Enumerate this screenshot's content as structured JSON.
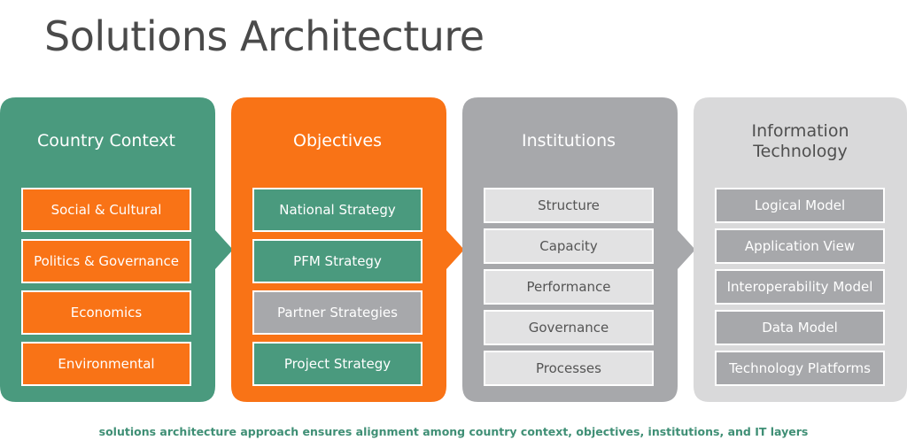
{
  "title": "Solutions Architecture",
  "caption": "solutions architecture approach ensures alignment among country context, objectives, institutions, and IT layers",
  "colors": {
    "green": "#4a9a7e",
    "orange": "#f97316",
    "gray": "#a7a8ab",
    "light_gray": "#d9d9da",
    "box_light": "#e2e2e3"
  },
  "columns": [
    {
      "header": "Country Context",
      "items": [
        "Social & Cultural",
        "Politics & Governance",
        "Economics",
        "Environmental"
      ]
    },
    {
      "header": "Objectives",
      "items": [
        "National Strategy",
        "PFM Strategy",
        "Partner Strategies",
        "Project Strategy"
      ]
    },
    {
      "header": "Institutions",
      "items": [
        "Structure",
        "Capacity",
        "Performance",
        "Governance",
        "Processes"
      ]
    },
    {
      "header_line1": "Information",
      "header_line2": "Technology",
      "items": [
        "Logical Model",
        "Application View",
        "Interoperability Model",
        "Data Model",
        "Technology Platforms"
      ]
    }
  ]
}
